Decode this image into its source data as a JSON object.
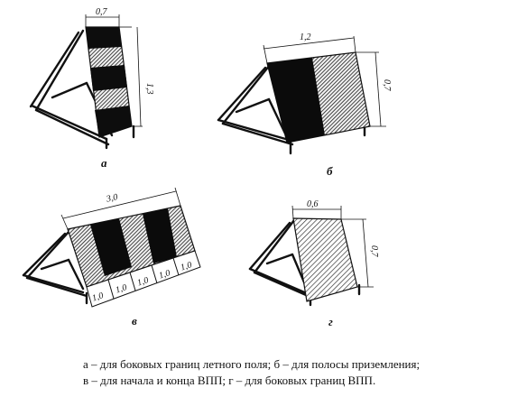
{
  "figures": {
    "a": {
      "letter": "а",
      "width": "0,7",
      "height": "1,3"
    },
    "b": {
      "letter": "б",
      "width": "1,2",
      "height": "0,7"
    },
    "v": {
      "letter": "в",
      "width": "3,0",
      "segments": [
        "1,0",
        "1,0",
        "1,0",
        "1,0",
        "1,0"
      ]
    },
    "g": {
      "letter": "г",
      "width": "0,6",
      "height": "0,7"
    }
  },
  "caption": {
    "line1": "а – для боковых границ летного поля; б – для полосы приземления;",
    "line2": "в – для начала и конца ВПП;  г – для боковых границ ВПП."
  }
}
